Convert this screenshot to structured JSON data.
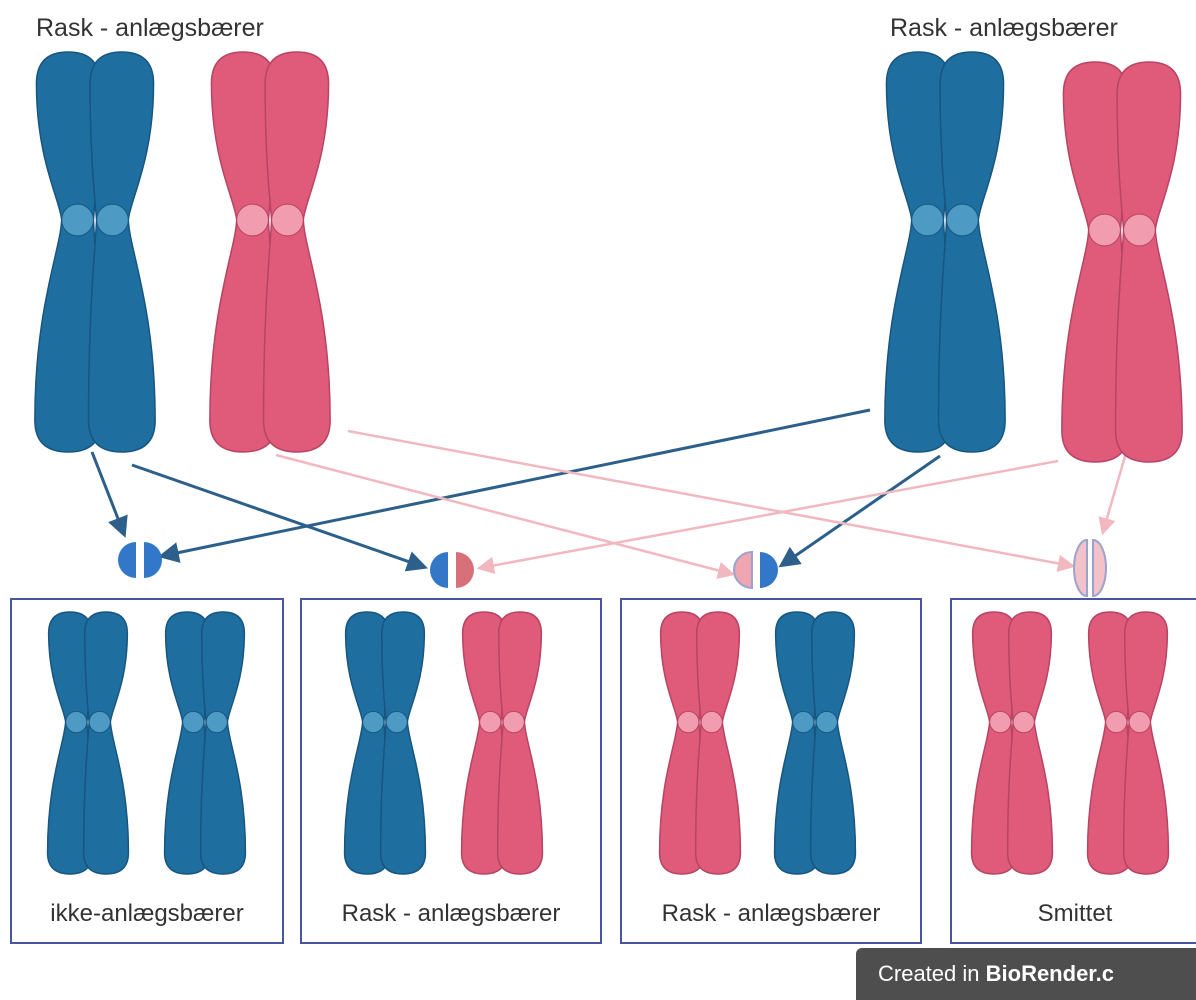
{
  "parents": [
    {
      "label": "Rask - anlægsbærer",
      "chromosomes": [
        "blue",
        "red"
      ]
    },
    {
      "label": "Rask - anlægsbærer",
      "chromosomes": [
        "blue",
        "red"
      ]
    }
  ],
  "offspring": [
    {
      "label": "ikke-anlægsbærer",
      "chromosomes": [
        "blue",
        "blue"
      ]
    },
    {
      "label": "Rask - anlægsbærer",
      "chromosomes": [
        "blue",
        "red"
      ]
    },
    {
      "label": "Rask - anlægsbærer",
      "chromosomes": [
        "red",
        "blue"
      ]
    },
    {
      "label": "Smittet",
      "chromosomes": [
        "red",
        "red"
      ]
    }
  ],
  "colors": {
    "blue": "#1f6ea0",
    "blue_dark": "#175680",
    "blue_centromere": "#4d9ac4",
    "red": "#e05a7a",
    "red_dark": "#b84463",
    "red_centromere": "#f29cb0",
    "arrow_blue": "#2c5f8a",
    "arrow_pink": "#f2b8c0",
    "box_border": "#4a55a0"
  },
  "watermark": {
    "prefix": "Created in ",
    "brand": "BioRender.c"
  }
}
